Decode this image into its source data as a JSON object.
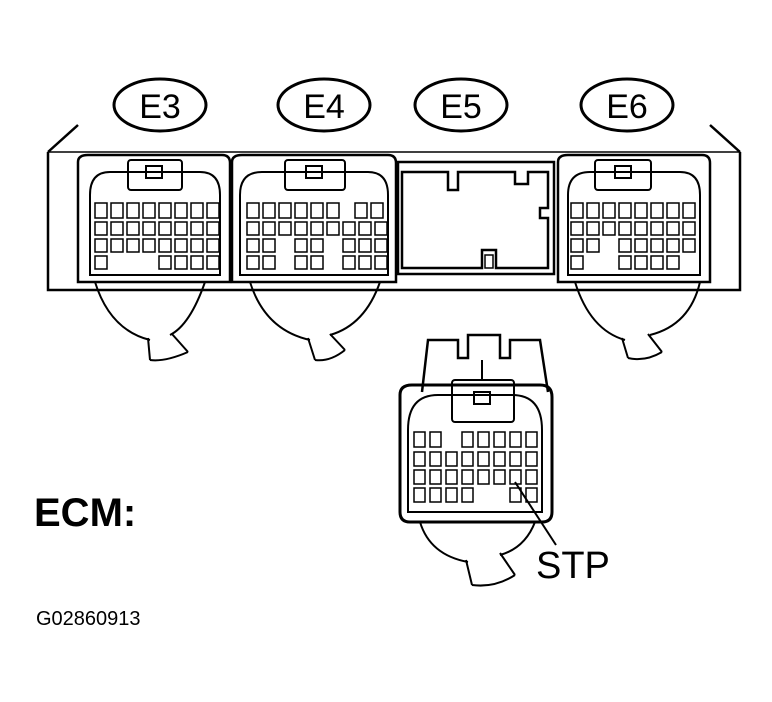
{
  "connector_labels": [
    "E3",
    "E4",
    "E5",
    "E6"
  ],
  "component_label": "ECM:",
  "terminal_label": "STP",
  "figure_id": "G02860913"
}
